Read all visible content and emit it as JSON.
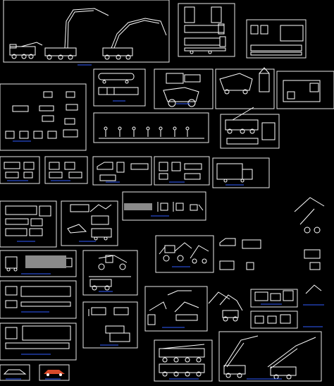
{
  "drawing": {
    "title": "",
    "background": "#000000",
    "colors": {
      "frame": "#e8e8e8",
      "linework": "#ffffff",
      "caption": "#2f5bff",
      "fill_gray": "#8a8a8a",
      "fill_red": "#d84a2a"
    },
    "blocks": [
      {
        "id": "concrete-pump-trucks",
        "caption": ""
      },
      {
        "id": "tanker-truck-elevations",
        "caption": ""
      },
      {
        "id": "semi-trailer-plan",
        "caption": ""
      },
      {
        "id": "tanker-plan-side",
        "caption": ""
      },
      {
        "id": "mining-dump-trucks",
        "caption": ""
      },
      {
        "id": "mobile-crane-truck",
        "caption": ""
      },
      {
        "id": "box-truck",
        "caption": ""
      },
      {
        "id": "car-plans",
        "caption": ""
      },
      {
        "id": "people-row",
        "caption": ""
      },
      {
        "id": "crane-truck-side",
        "caption": ""
      },
      {
        "id": "small-cars-a",
        "caption": ""
      },
      {
        "id": "small-cars-b",
        "caption": ""
      },
      {
        "id": "pickup-trucks",
        "caption": ""
      },
      {
        "id": "service-vans",
        "caption": ""
      },
      {
        "id": "truck-plan-view",
        "caption": ""
      },
      {
        "id": "forklifts",
        "caption": ""
      },
      {
        "id": "trailer-plans",
        "caption": ""
      },
      {
        "id": "dump-truck-loaders",
        "caption": ""
      },
      {
        "id": "heavy-semi-trailer",
        "caption": ""
      },
      {
        "id": "road-grader",
        "caption": ""
      },
      {
        "id": "backhoe-loaders",
        "caption": ""
      },
      {
        "id": "long-trailer",
        "caption": ""
      },
      {
        "id": "bulldozers",
        "caption": ""
      },
      {
        "id": "excavator-attachments",
        "caption": ""
      },
      {
        "id": "tractor-trailer-long",
        "caption": ""
      },
      {
        "id": "crane-elevations",
        "caption": ""
      },
      {
        "id": "lattice-crawler-cranes",
        "caption": ""
      },
      {
        "id": "car-elevation",
        "caption": ""
      },
      {
        "id": "red-car",
        "caption": ""
      }
    ]
  }
}
